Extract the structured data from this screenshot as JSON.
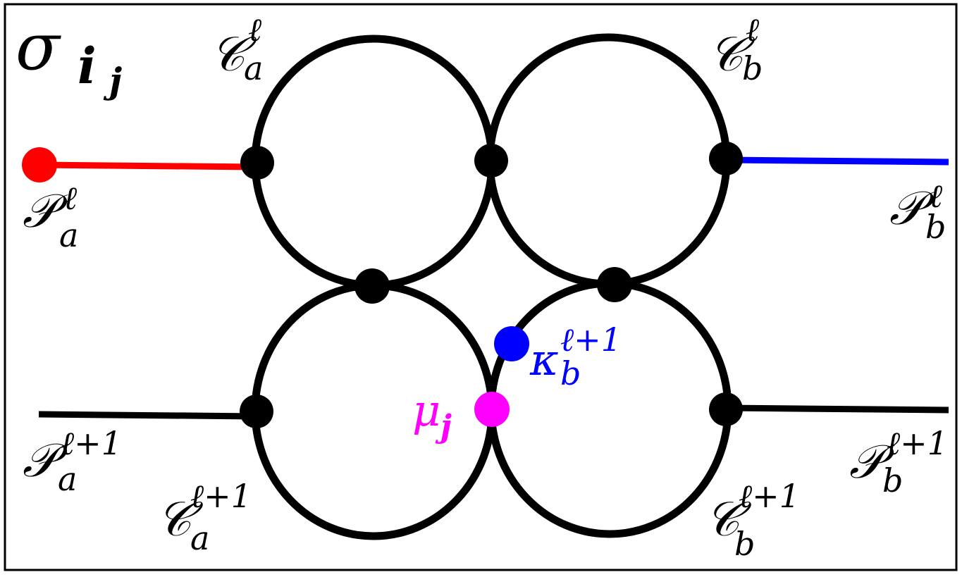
{
  "title": {
    "sigma": "σ",
    "sub": "i",
    "subsub": "j"
  },
  "labels": {
    "C_a_l": {
      "base": "𝒞",
      "sup": "ℓ",
      "sub": "a"
    },
    "C_b_l": {
      "base": "𝒞",
      "sup": "ℓ",
      "sub": "b"
    },
    "C_a_l1": {
      "base": "𝒞",
      "sup": "ℓ+1",
      "sub": "a"
    },
    "C_b_l1": {
      "base": "𝒞",
      "sup": "ℓ+1",
      "sub": "b"
    },
    "P_a_l": {
      "base": "𝒫",
      "sup": "ℓ",
      "sub": "a"
    },
    "P_b_l": {
      "base": "𝒫",
      "sup": "ℓ",
      "sub": "b"
    },
    "P_a_l1": {
      "base": "𝒫",
      "sup": "ℓ+1",
      "sub": "a"
    },
    "P_b_l1": {
      "base": "𝒫",
      "sup": "ℓ+1",
      "sub": "b"
    },
    "mu": {
      "base": "μ",
      "sub": "j"
    },
    "kappa": {
      "base": "κ",
      "sup": "ℓ+1",
      "sub": "b"
    }
  },
  "colors": {
    "stroke": "#000000",
    "red": "#ff0000",
    "blue": "#0000ff",
    "magenta": "#ff00ff"
  }
}
